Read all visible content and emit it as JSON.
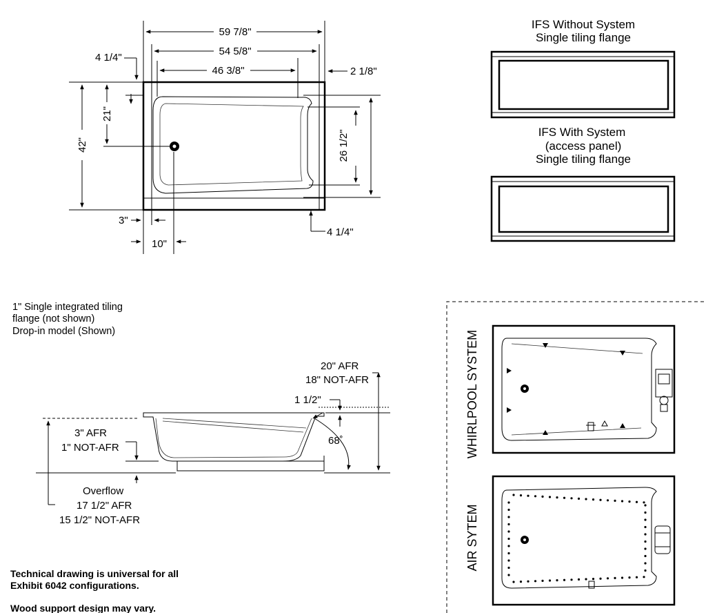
{
  "plan": {
    "dim_width_overall": "59 7/8\"",
    "dim_width_inner": "54 5/8\"",
    "dim_width_basin": "46 3/8\"",
    "dim_left_offset": "4 1/4\"",
    "dim_right_offset": "2 1/8\"",
    "dim_depth_overall": "42\"",
    "dim_drain_center": "21\"",
    "dim_basin_depth": "26 1/2\"",
    "dim_bottom_left": "3\"",
    "dim_drain_from_left": "10\"",
    "dim_bottom_right": "4 1/4\""
  },
  "ifs_without": {
    "line1": "IFS Without System",
    "line2": "Single tiling flange"
  },
  "ifs_with": {
    "line1": "IFS With System",
    "line2": "(access panel)",
    "line3": "Single tiling flange"
  },
  "flange_note": {
    "line1": "1\" Single integrated tiling",
    "line2": "flange (not shown)",
    "line3": "Drop-in model (Shown)"
  },
  "section": {
    "height_afr": "20\" AFR",
    "height_not_afr": "18\" NOT-AFR",
    "rim": "1 1/2\"",
    "angle": "68˚",
    "base_afr": "3\" AFR",
    "base_not_afr": "1\" NOT-AFR",
    "overflow_label": "Overflow",
    "overflow_afr": "17 1/2\" AFR",
    "overflow_not_afr": "15 1/2\" NOT-AFR"
  },
  "systems": {
    "whirlpool_label": "WHIRLPOOL SYSTEM",
    "air_label": "AIR SYTEM"
  },
  "footnotes": {
    "line1": "Technical drawing is universal for all",
    "line2": "Exhibit 6042 configurations.",
    "line3": "Wood support design may vary."
  }
}
